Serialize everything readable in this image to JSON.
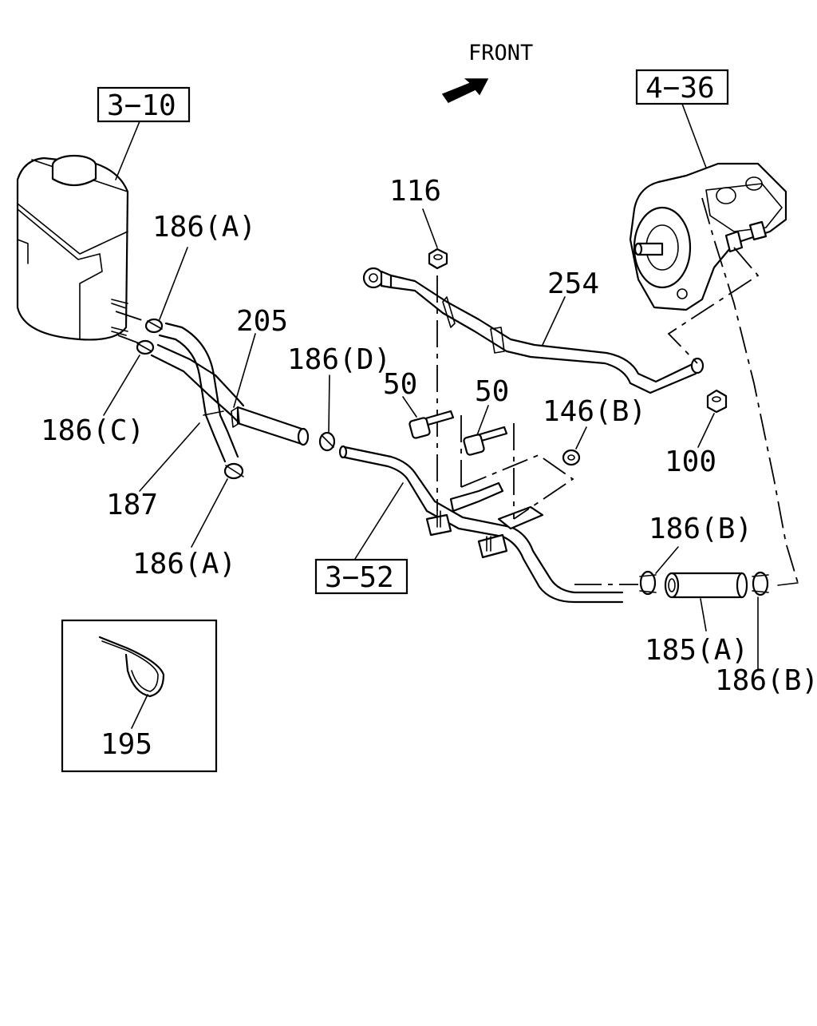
{
  "direction": {
    "label": "FRONT",
    "arrow_icon": "front-arrow-icon"
  },
  "references": [
    {
      "id": "ref-3-10",
      "label": "3−10"
    },
    {
      "id": "ref-4-36",
      "label": "4−36"
    },
    {
      "id": "ref-3-52",
      "label": "3−52"
    }
  ],
  "callouts": [
    {
      "id": "c-186a-top",
      "label": "186(A)"
    },
    {
      "id": "c-205",
      "label": "205"
    },
    {
      "id": "c-186c",
      "label": "186(C)"
    },
    {
      "id": "c-187",
      "label": "187"
    },
    {
      "id": "c-186a-bottom",
      "label": "186(A)"
    },
    {
      "id": "c-186d",
      "label": "186(D)"
    },
    {
      "id": "c-116",
      "label": "116"
    },
    {
      "id": "c-254",
      "label": "254"
    },
    {
      "id": "c-50-left",
      "label": "50"
    },
    {
      "id": "c-50-right",
      "label": "50"
    },
    {
      "id": "c-146b",
      "label": "146(B)"
    },
    {
      "id": "c-100",
      "label": "100"
    },
    {
      "id": "c-186b-top",
      "label": "186(B)"
    },
    {
      "id": "c-185a",
      "label": "185(A)"
    },
    {
      "id": "c-186b-bottom",
      "label": "186(B)"
    },
    {
      "id": "c-195",
      "label": "195"
    }
  ]
}
